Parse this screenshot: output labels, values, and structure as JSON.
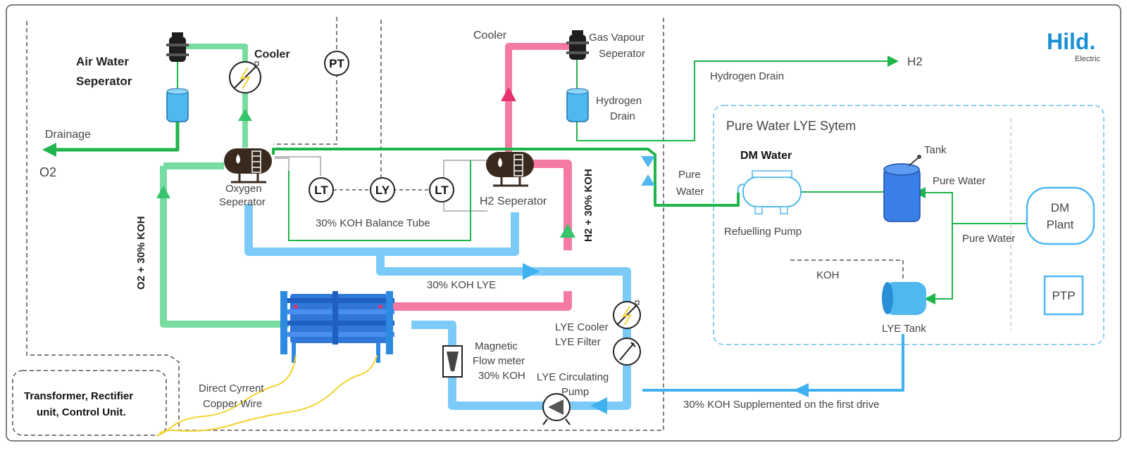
{
  "brand": {
    "name": "Hild.",
    "sub": "Electric",
    "color": "#1a8fd6"
  },
  "colors": {
    "oxygen_line": "#5fd68f",
    "hydrogen_line": "#f06e98",
    "lye_line": "#6cc2f7",
    "water_line": "#1fb54a",
    "wire": "#f2d330",
    "dashed": "#555555",
    "pure_water_border": "#8fd0f2"
  },
  "labels": {
    "air_water_separator_1": "Air Water",
    "air_water_separator_2": "Seperator",
    "cooler_left": "Cooler",
    "cooler_top": "Cooler",
    "drainage": "Drainage",
    "o2": "O2",
    "gas_vapour_1": "Gas Vapour",
    "gas_vapour_2": "Seperator",
    "hydrogen_drain_1": "Hydrogen",
    "hydrogen_drain_2": "Drain",
    "oxygen_separator_1": "Oxygen",
    "oxygen_separator_2": "Seperator",
    "h2_separator": "H2 Seperator",
    "balance_tube": "30% KOH Balance Tube",
    "o2_koh": "O2 + 30% KOH",
    "h2_koh": "H2 + 30% KOH",
    "koh_lye": "30% KOH LYE",
    "lye_cooler": "LYE Cooler",
    "lye_filter": "LYE Filter",
    "magnetic_1": "Magnetic",
    "magnetic_2": "Flow meter",
    "magnetic_3": "30% KOH",
    "lye_circ_1": "LYE Circulating",
    "lye_circ_2": "Pump",
    "dc_wire_1": "Direct Cyrrent",
    "dc_wire_2": "Copper Wire",
    "transformer_1": "Transformer, Rectifier",
    "transformer_2": "unit, Control Unit.",
    "hydrogen_drain_top": "Hydrogen Drain",
    "h2_out": "H2",
    "pure_water_system": "Pure Water LYE Sytem",
    "dm_water": "DM Water",
    "tank": "Tank",
    "pure_water_left_1": "Pure",
    "pure_water_left_2": "Water",
    "pure_water_tank": "Pure Water",
    "pure_water_plant": "Pure Water",
    "refuelling_pump": "Refuelling Pump",
    "dm_plant_1": "DM",
    "dm_plant_2": "Plant",
    "koh": "KOH",
    "ptp": "PTP",
    "lye_tank": "LYE Tank",
    "koh_supplemented": "30% KOH Supplemented on the first drive"
  },
  "instruments": {
    "pt": "PT",
    "lt_left": "LT",
    "ly": "LY",
    "lt_right": "LT"
  }
}
